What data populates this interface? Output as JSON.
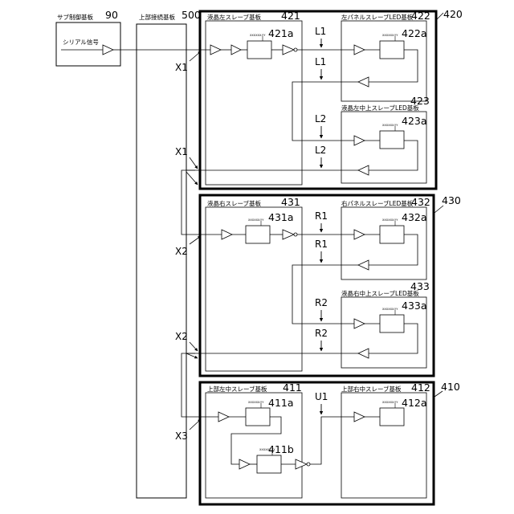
{
  "boards": {
    "sub_control": {
      "title": "サブ制御基板",
      "ref": "90",
      "signal_label": "シリアル信号"
    },
    "upper_relay": {
      "title": "上部接続基板",
      "ref": "500"
    }
  },
  "groups": {
    "g420": {
      "ref": "420"
    },
    "g430": {
      "ref": "430"
    },
    "g410": {
      "ref": "410"
    }
  },
  "sub_boards": {
    "b421": {
      "title": "液晶左スレーブ基板",
      "ref": "421",
      "chip": "421a"
    },
    "b422": {
      "title": "左パネルスレーブLED基板",
      "ref": "422",
      "chip": "422a"
    },
    "b423": {
      "title": "液晶左中上スレーブLED基板",
      "ref": "423",
      "chip": "423a"
    },
    "b431": {
      "title": "液晶右スレーブ基板",
      "ref": "431",
      "chip": "431a"
    },
    "b432": {
      "title": "右パネルスレーブLED基板",
      "ref": "432",
      "chip": "432a"
    },
    "b433": {
      "title": "液晶右中上スレーブLED基板",
      "ref": "433",
      "chip": "433a"
    },
    "b411": {
      "title": "上部左中スレーブ基板",
      "ref": "411",
      "chip_a": "411a",
      "chip_b": "411b"
    },
    "b412": {
      "title": "上部右中スレーブ基板",
      "ref": "412",
      "chip": "412a"
    }
  },
  "relay_labels": [
    "X1",
    "X1",
    "X2",
    "X2",
    "X3"
  ],
  "signal_labels": [
    "L1",
    "L1",
    "L2",
    "L2",
    "R1",
    "R1",
    "R2",
    "R2",
    "U1"
  ],
  "chip_marking": "XXXXXX-YY"
}
